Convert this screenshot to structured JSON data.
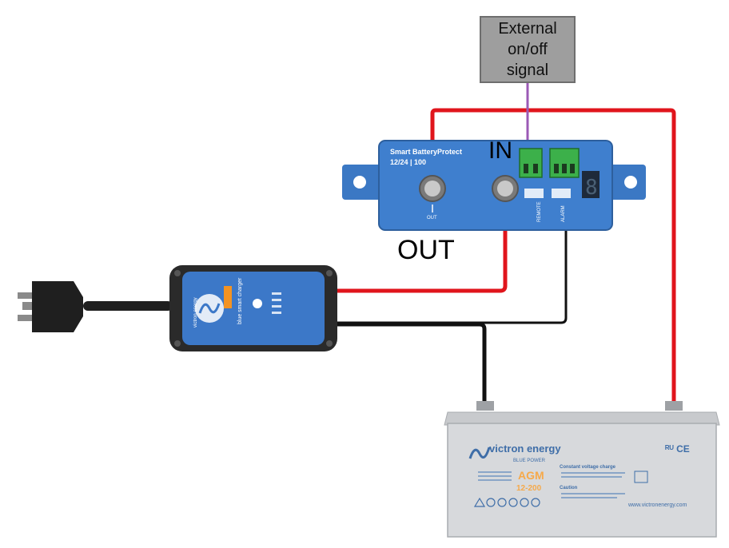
{
  "external_signal": {
    "line1": "External",
    "line2": "on/off",
    "line3": "signal"
  },
  "terminal_labels": {
    "in": "IN",
    "out": "OUT"
  },
  "battery_protect": {
    "title": "Smart BatteryProtect",
    "rating": "12/24 | 100",
    "out_mark": "OUT",
    "remote": "REMOTE",
    "alarm": "ALARM"
  },
  "charger": {
    "brand": "victron energy",
    "model": "blue smart charger"
  },
  "battery": {
    "brand": "victron energy",
    "tagline": "BLUE POWER",
    "type": "AGM",
    "model": "12-200",
    "heading1": "Constant voltage charge",
    "heading2": "Caution",
    "website": "www.victronenergy.com",
    "cert": "ᴿᵁ CE"
  },
  "colors": {
    "positive_wire": "#e0151c",
    "negative_wire": "#111111",
    "signal_wire": "#9b59b6",
    "device_blue": "#3b78c4",
    "battery_grey": "#d7d9dc",
    "terminal_green": "#3cb04a"
  }
}
